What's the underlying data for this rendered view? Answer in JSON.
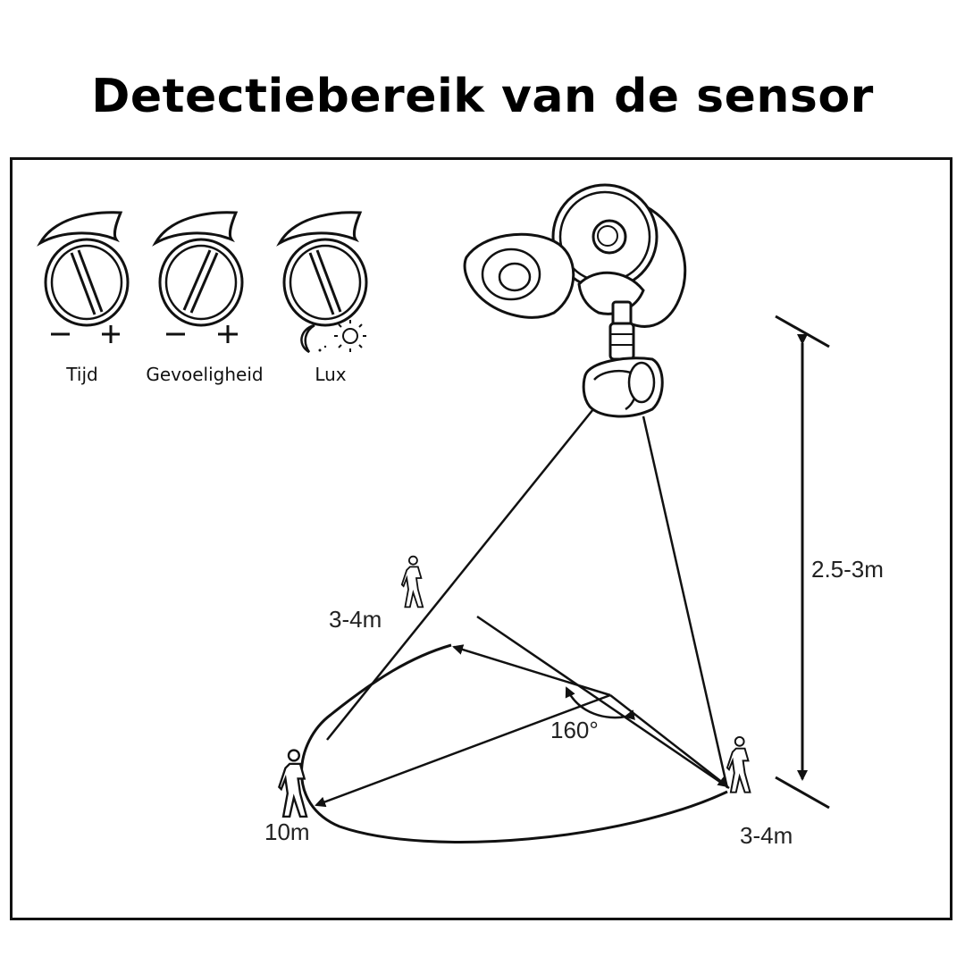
{
  "title": "Detectiebereik van de sensor",
  "knobs": [
    {
      "label": "Tijd",
      "min_symbol": "−",
      "max_symbol": "+"
    },
    {
      "label": "Gevoeligheid",
      "min_symbol": "−",
      "max_symbol": "+"
    },
    {
      "label": "Lux",
      "min_symbol": "moon-icon",
      "max_symbol": "sun-icon"
    }
  ],
  "labels": {
    "height": "2.5-3m",
    "near_left": "3-4m",
    "far": "10m",
    "near_right": "3-4m",
    "angle": "160°"
  }
}
